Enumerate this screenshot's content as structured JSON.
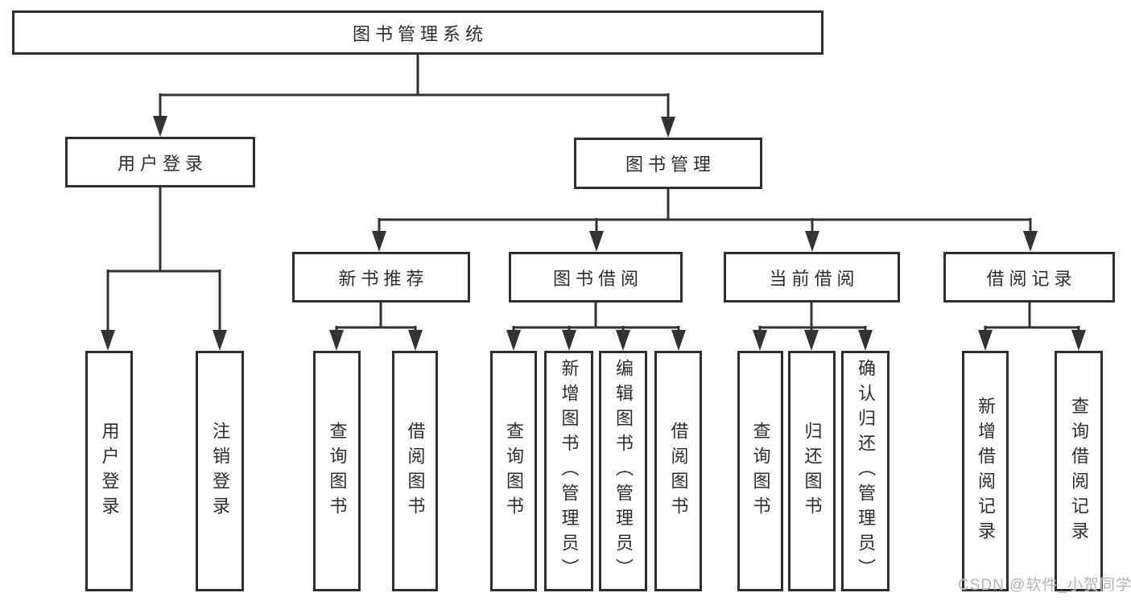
{
  "diagram": {
    "root": "图书管理系统",
    "level2": {
      "user_login": "用户登录",
      "book_mgmt": "图书管理"
    },
    "level3": {
      "new_books": "新书推荐",
      "book_borrow": "图书借阅",
      "current_borrow": "当前借阅",
      "borrow_records": "借阅记录"
    },
    "leaves": {
      "user_login": [
        "用户登录",
        "注销登录"
      ],
      "new_books": [
        "查询图书",
        "借阅图书"
      ],
      "book_borrow": [
        "查询图书",
        "新增图书（管理员）",
        "编辑图书（管理员）",
        "借阅图书"
      ],
      "current_borrow": [
        "查询图书",
        "归还图书",
        "确认归还（管理员）"
      ],
      "borrow_records": [
        "新增借阅记录",
        "查询借阅记录"
      ]
    }
  },
  "watermark": "CSDN @软件_小贺同学",
  "colors": {
    "line": "#333333",
    "box_border": "#2f2f2f",
    "text": "#2d2d2d",
    "watermark": "#b4b4b4",
    "background": "#ffffff"
  }
}
